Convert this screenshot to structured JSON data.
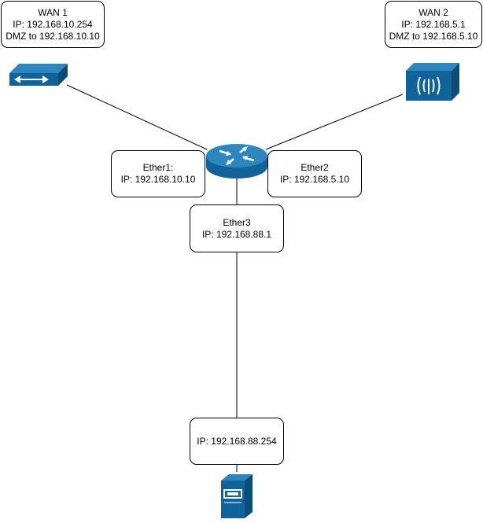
{
  "colors": {
    "device_fill": "#10639a",
    "device_top": "#2e86bf",
    "line": "#000000",
    "white": "#ffffff"
  },
  "wan1": {
    "title": "WAN 1",
    "ip": "IP: 192.168.10.254",
    "dmz": "DMZ to 192.168.10.10",
    "icon": "modem-icon"
  },
  "wan2": {
    "title": "WAN 2",
    "ip": "IP: 192.168.5.1",
    "dmz": "DMZ to 192.168.5.10",
    "icon": "wireless-access-point-icon"
  },
  "router": {
    "icon": "router-icon"
  },
  "ether1": {
    "name": "Ether1:",
    "ip": "IP: 192.168.10.10"
  },
  "ether2": {
    "name": "Ether2",
    "ip": "IP: 192.168.5.10"
  },
  "ether3": {
    "name": "Ether3",
    "ip": "IP: 192.168.88.1"
  },
  "host": {
    "ip": "IP: 192.168.88.254",
    "icon": "server-icon"
  }
}
